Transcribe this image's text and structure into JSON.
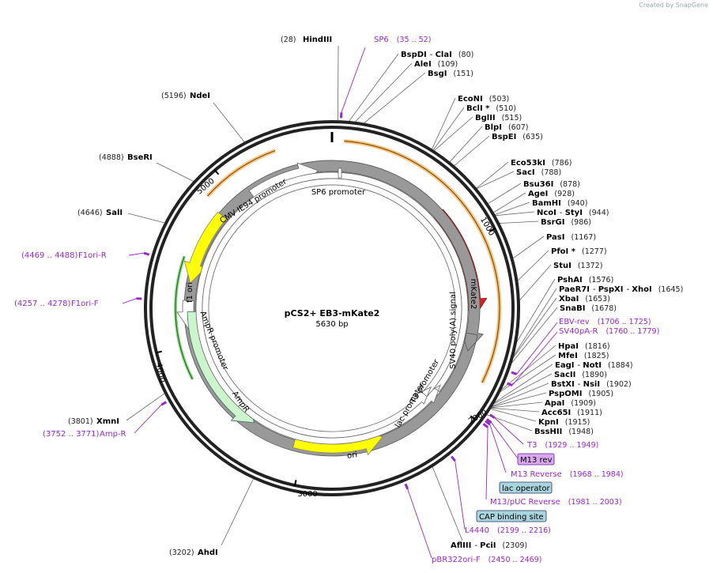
{
  "credit": "Created by SnapGene",
  "plasmid": {
    "name": "pCS2+ EB3-mKate2",
    "length": "5630 bp"
  },
  "ticks": [
    "1000",
    "2000",
    "3000",
    "4000",
    "5000"
  ],
  "colors": {
    "backbone": "#000000",
    "primer": "#9a28c8",
    "mKate2": "#e31b1b",
    "f1ori": "#ffff00",
    "ori": "#ffff00",
    "AmpR": "#ccf5cc",
    "polyA": "#999999",
    "highlight": "#f5b45a"
  },
  "sites": [
    {
      "name": "HindIII",
      "pos": "(28)"
    },
    {
      "name": "BspDI",
      "name2": "ClaI",
      "pos": "(80)"
    },
    {
      "name": "AleI",
      "pos": "(109)"
    },
    {
      "name": "BsgI",
      "pos": "(151)"
    },
    {
      "name": "EcoNI",
      "pos": "(503)"
    },
    {
      "name": "BclI *",
      "pos": "(510)"
    },
    {
      "name": "BglII",
      "pos": "(515)"
    },
    {
      "name": "BlpI",
      "pos": "(607)"
    },
    {
      "name": "BspEI",
      "pos": "(635)"
    },
    {
      "name": "Eco53kI",
      "pos": "(786)"
    },
    {
      "name": "SacI",
      "pos": "(788)"
    },
    {
      "name": "Bsu36I",
      "pos": "(878)"
    },
    {
      "name": "AgeI",
      "pos": "(928)"
    },
    {
      "name": "BamHI",
      "pos": "(940)"
    },
    {
      "name": "NcoI",
      "name2": "StyI",
      "pos": "(944)"
    },
    {
      "name": "BsrGI",
      "pos": "(986)"
    },
    {
      "name": "PasI",
      "pos": "(1167)"
    },
    {
      "name": "PfoI *",
      "pos": "(1277)"
    },
    {
      "name": "StuI",
      "pos": "(1372)"
    },
    {
      "name": "PshAI",
      "pos": "(1576)"
    },
    {
      "name": "PaeR7I",
      "name2": "PspXI",
      "name3": "XhoI",
      "pos": "(1645)"
    },
    {
      "name": "XbaI",
      "pos": "(1653)"
    },
    {
      "name": "SnaBI",
      "pos": "(1678)"
    },
    {
      "name": "HpaI",
      "pos": "(1816)"
    },
    {
      "name": "MfeI",
      "pos": "(1825)"
    },
    {
      "name": "EagI",
      "name2": "NotI",
      "pos": "(1884)"
    },
    {
      "name": "SacII",
      "pos": "(1890)"
    },
    {
      "name": "BstXI",
      "name2": "NsiI",
      "pos": "(1902)"
    },
    {
      "name": "PspOMI",
      "pos": "(1905)"
    },
    {
      "name": "ApaI",
      "pos": "(1909)"
    },
    {
      "name": "Acc65I",
      "pos": "(1911)"
    },
    {
      "name": "KpnI",
      "pos": "(1915)"
    },
    {
      "name": "BssHII",
      "pos": "(1948)"
    },
    {
      "name": "AflIII",
      "name2": "PciI",
      "pos": "(2309)"
    },
    {
      "name": "AhdI",
      "pos": "(3202)"
    },
    {
      "name": "XmnI",
      "pos": "(3801)"
    },
    {
      "name": "SalI",
      "pos": "(4646)"
    },
    {
      "name": "BseRI",
      "pos": "(4888)"
    },
    {
      "name": "NdeI",
      "pos": "(5196)"
    }
  ],
  "primers": [
    {
      "name": "SP6",
      "range": "(35 .. 52)"
    },
    {
      "name": "EBV-rev",
      "range": "(1706 .. 1725)"
    },
    {
      "name": "SV40pA-R",
      "range": "(1760 .. 1779)"
    },
    {
      "name": "T3",
      "range": "(1929 .. 1949)"
    },
    {
      "name": "M13 rev",
      "range": ""
    },
    {
      "name": "M13 Reverse",
      "range": "(1968 .. 1984)"
    },
    {
      "name": "M13/pUC Reverse",
      "range": "(1981 .. 2003)"
    },
    {
      "name": "L4440",
      "range": "(2199 .. 2216)"
    },
    {
      "name": "pBR322ori-F",
      "range": "(2450 .. 2469)"
    },
    {
      "name": "Amp-R",
      "range": "(3752 .. 3771)"
    },
    {
      "name": "F1ori-F",
      "range": "(4257 .. 4278)"
    },
    {
      "name": "F1ori-R",
      "range": "(4469 .. 4488)"
    }
  ],
  "boxes": [
    "lac operator",
    "CAP binding site"
  ],
  "features": [
    "mKate2",
    "SV40 poly(A) signal",
    "CMV IE94 promoter",
    "SP6 promoter",
    "f1 ori",
    "AmpR promoter",
    "AmpR",
    "ori",
    "T3 promoter",
    "lac promoter"
  ]
}
